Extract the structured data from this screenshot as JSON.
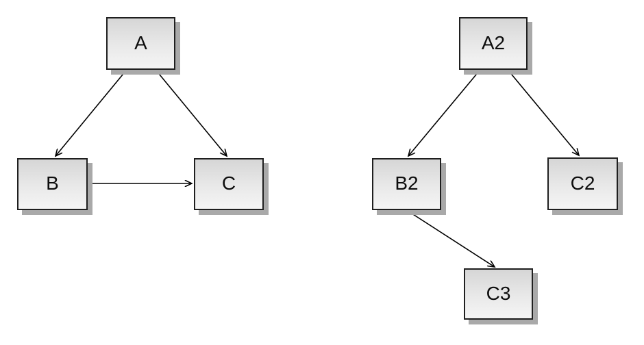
{
  "page": {
    "background": "#ffffff"
  },
  "style": {
    "node_border_color": "#1f1f1f",
    "node_fill_top": "#d6d6d6",
    "node_fill_bottom": "#f5f5f5",
    "node_shadow_color": "#a9a9a9",
    "edge_color": "#000000",
    "label_color": "#0d0d0d"
  },
  "diagram": {
    "graphs": [
      {
        "name": "left-graph",
        "nodes": [
          {
            "id": "A",
            "label": "A"
          },
          {
            "id": "B",
            "label": "B"
          },
          {
            "id": "C",
            "label": "C"
          }
        ],
        "edges": [
          {
            "from": "A",
            "to": "B"
          },
          {
            "from": "A",
            "to": "C"
          },
          {
            "from": "B",
            "to": "C"
          }
        ]
      },
      {
        "name": "right-graph",
        "nodes": [
          {
            "id": "A2",
            "label": "A2"
          },
          {
            "id": "B2",
            "label": "B2"
          },
          {
            "id": "C2",
            "label": "C2"
          },
          {
            "id": "C3",
            "label": "C3"
          }
        ],
        "edges": [
          {
            "from": "A2",
            "to": "B2"
          },
          {
            "from": "A2",
            "to": "C2"
          },
          {
            "from": "B2",
            "to": "C3"
          }
        ]
      }
    ]
  }
}
